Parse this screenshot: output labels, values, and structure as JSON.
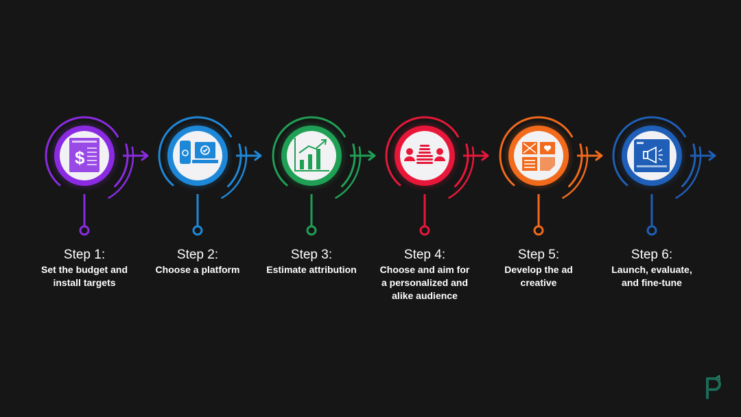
{
  "steps": [
    {
      "title": "Step 1:",
      "desc_lines": [
        "Set the budget and",
        "install targets"
      ],
      "color": "#8a2be2",
      "icon": "budget-dollar-icon"
    },
    {
      "title": "Step 2:",
      "desc_lines": [
        "Choose a platform"
      ],
      "color": "#1e88d8",
      "icon": "devices-icon"
    },
    {
      "title": "Step 3:",
      "desc_lines": [
        "Estimate attribution"
      ],
      "color": "#1fa055",
      "icon": "growth-chart-icon"
    },
    {
      "title": "Step 4:",
      "desc_lines": [
        "Choose and aim for",
        "a personalized and",
        "alike audience"
      ],
      "color": "#e8173a",
      "icon": "audience-icon"
    },
    {
      "title": "Step 5:",
      "desc_lines": [
        "Develop the ad",
        "creative"
      ],
      "color": "#f26a1b",
      "icon": "ad-creative-icon"
    },
    {
      "title": "Step 6:",
      "desc_lines": [
        "Launch, evaluate,",
        "and fine-tune"
      ],
      "color": "#1f5fb8",
      "icon": "launch-megaphone-icon"
    }
  ],
  "colors": {
    "background": "#161616",
    "text": "#ffffff",
    "logo": "#1c6b5a"
  },
  "logo": {
    "icon": "brand-logo-icon"
  }
}
